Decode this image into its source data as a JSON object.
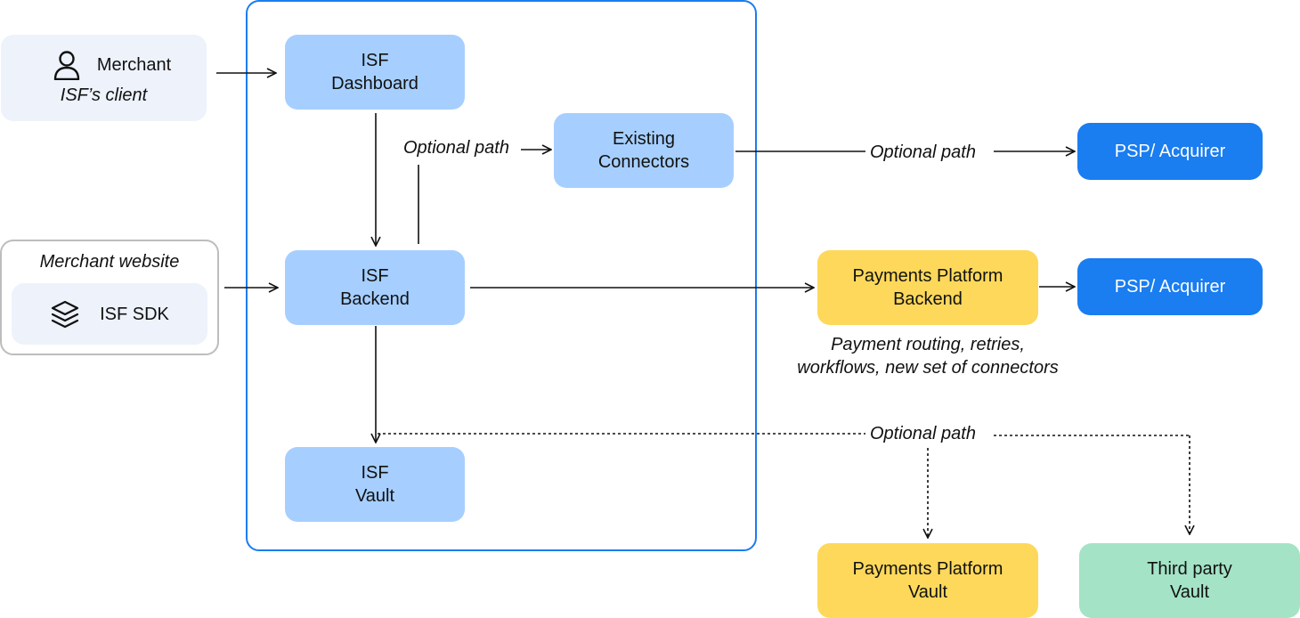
{
  "merchant": {
    "name": "Merchant",
    "subtitle": "ISF’s client",
    "icon": "user-icon"
  },
  "merchant_website": {
    "title": "Merchant website",
    "sdk_label": "ISF SDK",
    "sdk_icon": "layers-icon"
  },
  "isf": {
    "dashboard": {
      "line1": "ISF",
      "line2": "Dashboard"
    },
    "backend": {
      "line1": "ISF",
      "line2": "Backend"
    },
    "vault": {
      "line1": "ISF",
      "line2": "Vault"
    }
  },
  "existing_connectors": {
    "line1": "Existing",
    "line2": "Connectors"
  },
  "psp_top": {
    "label": "PSP/ Acquirer"
  },
  "psp_middle": {
    "label": "PSP/ Acquirer"
  },
  "payments_platform_backend": {
    "line1": "Payments Platform",
    "line2": "Backend",
    "note_line1": "Payment routing, retries,",
    "note_line2": "workflows, new set of connectors"
  },
  "payments_platform_vault": {
    "line1": "Payments Platform",
    "line2": "Vault"
  },
  "third_party_vault": {
    "line1": "Third party",
    "line2": "Vault"
  },
  "edge_labels": {
    "optional_path_connectors": "Optional path",
    "optional_path_psp": "Optional path",
    "optional_path_vault": "Optional path"
  },
  "colors": {
    "isf_boundary": "#1a7df0",
    "isf_node": "#a6cfff",
    "psp_node": "#1a7df0",
    "payments_platform_node": "#fdd85a",
    "third_party_node": "#a4e3c6",
    "merchant_node": "#edf2fb"
  }
}
